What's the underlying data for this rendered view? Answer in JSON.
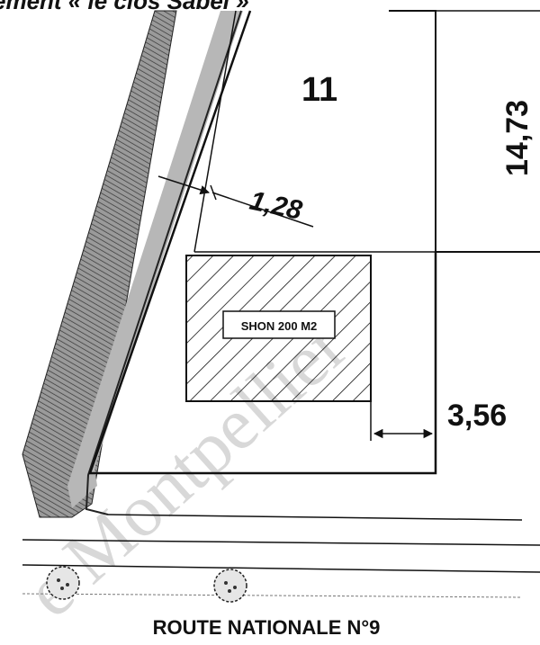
{
  "header_fragment": "ement « le clos Sabel »",
  "lot_number": "11",
  "shon_label": "SHON 200 M2",
  "dimensions": {
    "right_height": "14,73",
    "setback_diag": "1,28",
    "right_width": "3,56"
  },
  "road_label": "ROUTE NATIONALE N°9",
  "watermark": "e Montpellier",
  "colors": {
    "ink": "#111111",
    "hatch_band": "#9a9a9a",
    "paper": "#ffffff",
    "watermark": "#d8d8d8"
  },
  "icons": [
    "tree-icon",
    "tree-icon"
  ]
}
